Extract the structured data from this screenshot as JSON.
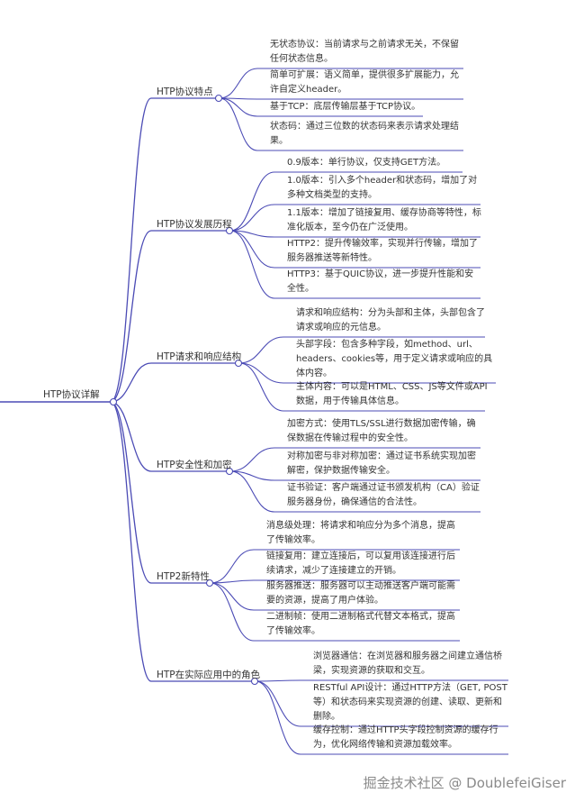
{
  "colors": {
    "line": "#4b4bb5",
    "text": "#333333",
    "watermark": "#8a8a8a"
  },
  "root": {
    "label": "HTP协议详解"
  },
  "branches": [
    {
      "label": "HTP协议特点",
      "leaves": [
        {
          "lines": [
            "无状态协议：当前请求与之前请求无关，不保留",
            "任何状态信息。"
          ]
        },
        {
          "lines": [
            "简单可扩展：语义简单，提供很多扩展能力，允",
            "许自定义header。"
          ]
        },
        {
          "lines": [
            "基于TCP：底层传输层基于TCP协议。"
          ]
        },
        {
          "lines": [
            "状态码：通过三位数的状态码来表示请求处理结",
            "果。"
          ]
        }
      ]
    },
    {
      "label": "HTP协议发展历程",
      "leaves": [
        {
          "lines": [
            "0.9版本：单行协议，仅支持GET方法。"
          ]
        },
        {
          "lines": [
            "1.0版本：引入多个header和状态码，增加了对",
            "多种文档类型的支持。"
          ]
        },
        {
          "lines": [
            "1.1版本：增加了链接复用、缓存协商等特性，标",
            "准化版本，至今仍在广泛使用。"
          ]
        },
        {
          "lines": [
            "HTTP2：提升传输效率，实现并行传输，增加了",
            "服务器推送等新特性。"
          ]
        },
        {
          "lines": [
            "HTTP3：基于QUIC协议，进一步提升性能和安",
            "全性。"
          ]
        }
      ]
    },
    {
      "label": "HTP请求和响应结构",
      "leaves": [
        {
          "lines": [
            "请求和响应结构：分为头部和主体，头部包含了",
            "请求或响应的元信息。"
          ]
        },
        {
          "lines": [
            "头部字段：包含多种字段，如method、url、",
            "headers、cookies等，用于定义请求或响应的具",
            "体内容。"
          ]
        },
        {
          "lines": [
            "主体内容：可以是HTML、CSS、JS等文件或API",
            "数据，用于传输具体信息。"
          ]
        }
      ]
    },
    {
      "label": "HTP安全性和加密",
      "leaves": [
        {
          "lines": [
            "加密方式：使用TLS/SSL进行数据加密传输，确",
            "保数据在传输过程中的安全性。"
          ]
        },
        {
          "lines": [
            "对称加密与非对称加密：通过证书系统实现加密",
            "解密，保护数据传输安全。"
          ]
        },
        {
          "lines": [
            "证书验证：客户端通过证书颁发机构（CA）验证",
            "服务器身份，确保通信的合法性。"
          ]
        }
      ]
    },
    {
      "label": "HTP2新特性",
      "leaves": [
        {
          "lines": [
            "消息级处理：将请求和响应分为多个消息，提高",
            "了传输效率。"
          ]
        },
        {
          "lines": [
            "链接复用：建立连接后，可以复用该连接进行后",
            "续请求，减少了连接建立的开销。"
          ]
        },
        {
          "lines": [
            "服务器推送：服务器可以主动推送客户端可能需",
            "要的资源，提高了用户体验。"
          ]
        },
        {
          "lines": [
            "二进制帧：使用二进制格式代替文本格式，提高",
            "了传输效率。"
          ]
        }
      ]
    },
    {
      "label": "HTP在实际应用中的角色",
      "leaves": [
        {
          "lines": [
            "浏览器通信：在浏览器和服务器之间建立通信桥",
            "梁，实现资源的获取和交互。"
          ]
        },
        {
          "lines": [
            "RESTful API设计：通过HTTP方法（GET, POST",
            "等）和状态码来实现资源的创建、读取、更新和",
            "删除。"
          ]
        },
        {
          "lines": [
            "缓存控制：通过HTTP头字段控制资源的缓存行",
            "为，优化网络传输和资源加载效率。"
          ]
        }
      ]
    }
  ],
  "watermark": "掘金技术社区 @ DoublefeiGiser"
}
